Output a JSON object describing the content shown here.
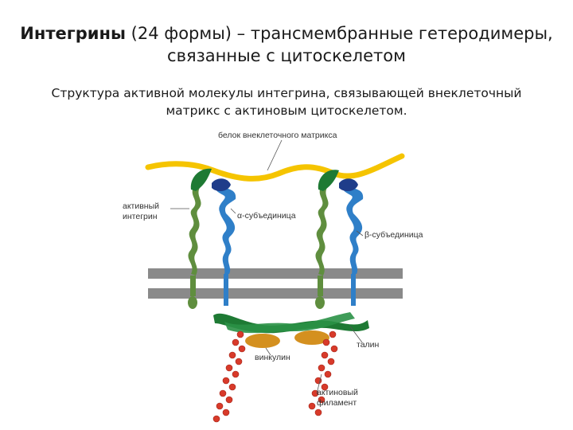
{
  "title": {
    "bold": "Интегрины",
    "rest_line1": " (24 формы) – трансмембранные гетеродимеры,",
    "line2": "связанные с цитоскелетом"
  },
  "subtitle": {
    "line1": "Структура активной молекулы интегрина, связывающей внеклеточный",
    "line2": "матрикс с актиновым цитоскелетом."
  },
  "labels": {
    "ecm_protein": "белок внеклеточного матрикса",
    "active_integrin_1": "активный",
    "active_integrin_2": "интегрин",
    "alpha_subunit": "α-субъединица",
    "beta_subunit": "β-субъединица",
    "talin": "талин",
    "vinculin": "винкулин",
    "actin_1": "актиновый",
    "actin_2": "филамент"
  },
  "colors": {
    "ecm": "#f5c400",
    "alpha": "#5f8e3e",
    "beta": "#2f7fc8",
    "talin": "#1e7a34",
    "vinculin": "#d4901f",
    "actin": "#d83a2a",
    "membrane": "#8a8a8a"
  }
}
